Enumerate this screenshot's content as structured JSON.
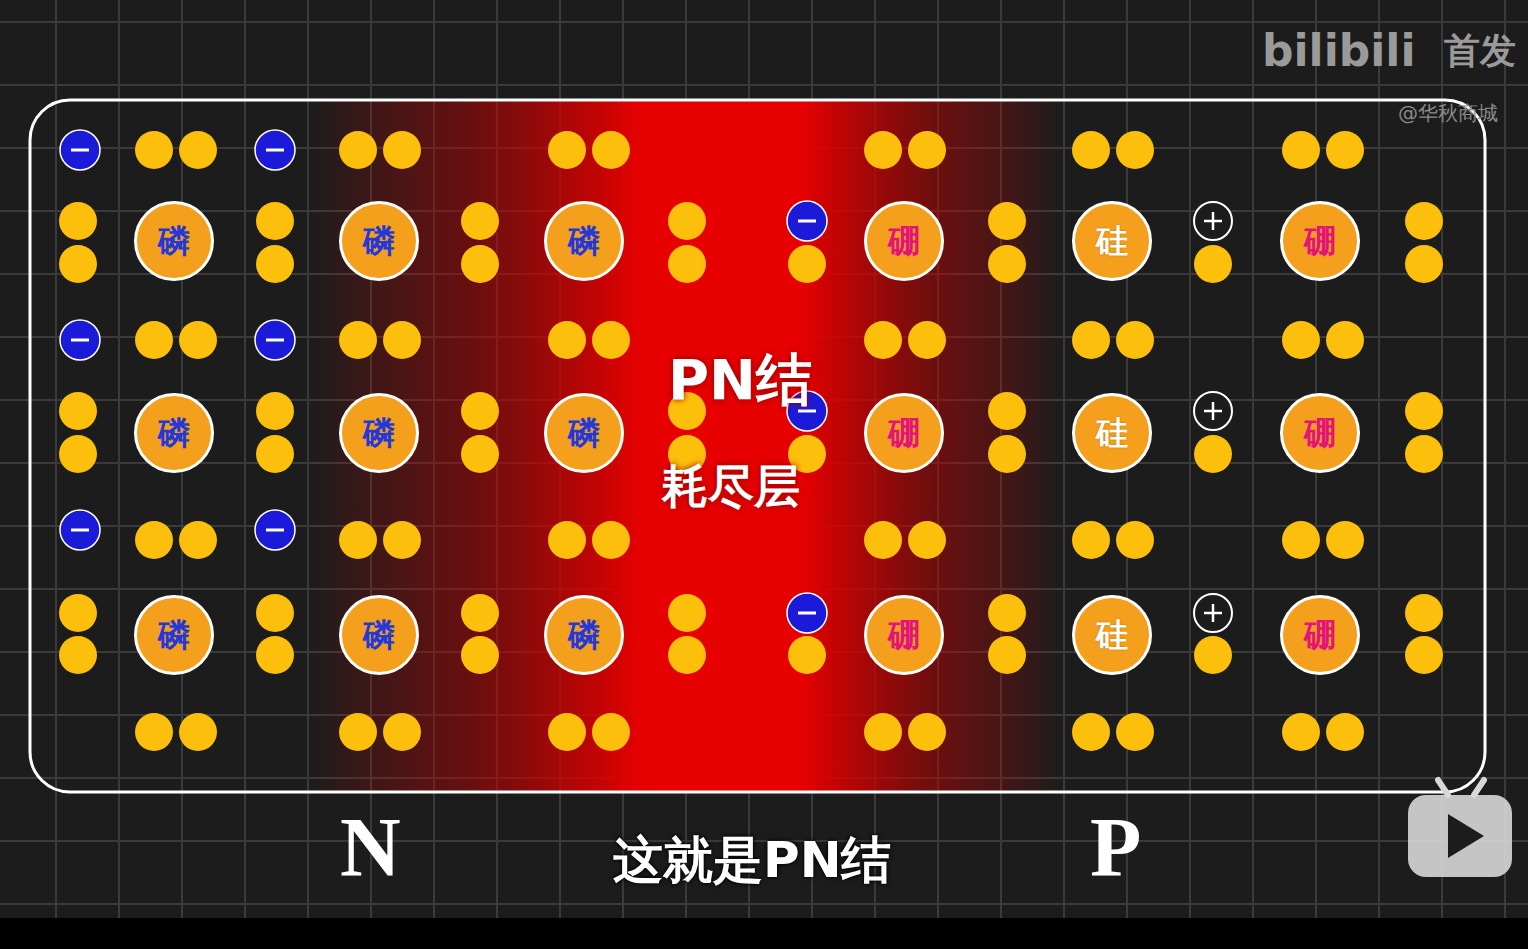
{
  "diagram": {
    "caption": "这就是PN结",
    "nodes": [
      {
        "text": [
          "磷"
        ]
      },
      {
        "text": [
          "磷"
        ]
      },
      {
        "text": [
          "磷"
        ]
      },
      {
        "text": [
          "硼"
        ]
      },
      {
        "text": [
          "硅"
        ]
      },
      {
        "text": [
          "硼"
        ]
      },
      {
        "text": [
          "磷"
        ]
      },
      {
        "text": [
          "磷"
        ]
      },
      {
        "text": [
          "磷"
        ]
      },
      {
        "text": [
          "硼"
        ]
      },
      {
        "text": [
          "硅"
        ]
      },
      {
        "text": [
          "硼"
        ]
      },
      {
        "text": [
          "磷"
        ]
      },
      {
        "text": [
          "磷"
        ]
      },
      {
        "text": [
          "磷"
        ]
      },
      {
        "text": [
          "硼"
        ]
      },
      {
        "text": [
          "硅"
        ]
      },
      {
        "text": [
          "硼"
        ]
      }
    ],
    "labels": [
      "PN结",
      "耗尽层",
      "N",
      "P",
      "bilibili",
      "首发",
      "@华秋商城"
    ]
  }
}
